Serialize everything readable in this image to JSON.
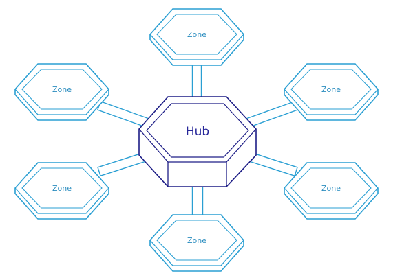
{
  "hub": {
    "label": "Hub"
  },
  "zones": [
    {
      "id": "top",
      "label": "Zone"
    },
    {
      "id": "left-top",
      "label": "Zone"
    },
    {
      "id": "right-top",
      "label": "Zone"
    },
    {
      "id": "left-bottom",
      "label": "Zone"
    },
    {
      "id": "right-bottom",
      "label": "Zone"
    },
    {
      "id": "bottom",
      "label": "Zone"
    }
  ],
  "colors": {
    "zone": "#2a9fd3",
    "zone_text": "#2b8dbf",
    "hub": "#1d1d86",
    "hub_text": "#28289a"
  }
}
